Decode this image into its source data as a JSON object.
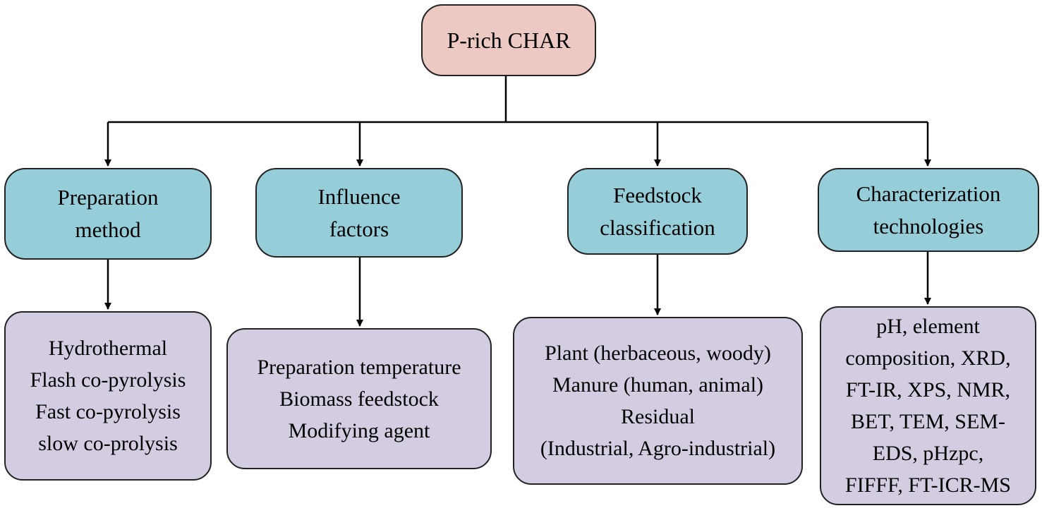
{
  "colors": {
    "root": "#edc9c3",
    "category": "#95ced9",
    "leaf": "#d4cde2"
  },
  "root": {
    "label": "P-rich CHAR"
  },
  "categories": [
    {
      "lines": [
        "Preparation",
        "method"
      ],
      "items": [
        "Hydrothermal",
        "Flash co-pyrolysis",
        "Fast co-pyrolysis",
        "slow co-prolysis"
      ]
    },
    {
      "lines": [
        "Influence",
        "factors"
      ],
      "items": [
        "Preparation temperature",
        "Biomass feedstock",
        "Modifying agent"
      ]
    },
    {
      "lines": [
        "Feedstock",
        "classification"
      ],
      "items": [
        "Plant (herbaceous, woody)",
        "Manure (human, animal)",
        "Residual",
        "(Industrial, Agro-industrial)"
      ]
    },
    {
      "lines": [
        "Characterization",
        "technologies"
      ],
      "items": [
        "pH, element",
        "composition, XRD,",
        "FT-IR, XPS, NMR,",
        "BET, TEM, SEM-",
        "EDS, pHzpc,",
        "FIFFF, FT-ICR-MS"
      ]
    }
  ]
}
